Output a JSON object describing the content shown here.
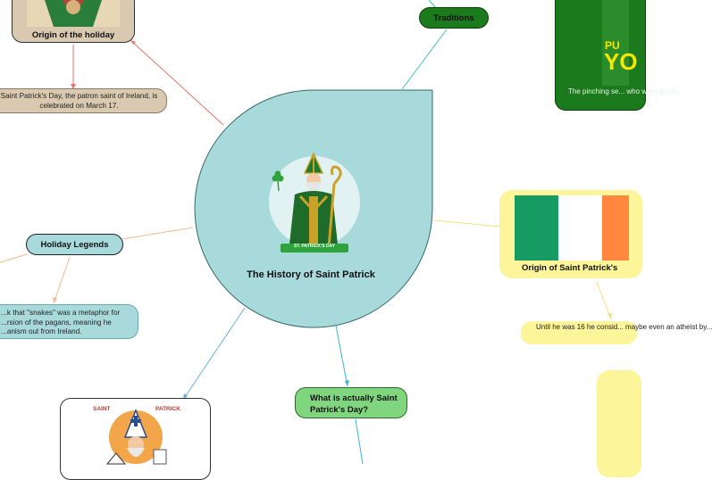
{
  "center": {
    "title": "The History of Saint Patrick",
    "image_badge": "ST. PATRICK'S DAY"
  },
  "nodes": {
    "origin_holiday": {
      "label": "Origin of the holiday",
      "note": "Saint Patrick's Day, the patron saint of Ireland, is celebrated on March 17."
    },
    "traditions": {
      "label": "Traditions",
      "note": "The pinching se... who were green...",
      "poster_text_1": "PU",
      "poster_text_2": "YO"
    },
    "holiday_legends": {
      "label": "Holiday Legends",
      "note": "...k that \"snakes\" was a metaphor for ...rsion of the pagans, meaning he ...anism out from Ireland."
    },
    "origin_saint": {
      "label": "Origin of Saint Patrick's",
      "note": "Until he was 16 he consid... maybe even an atheist by..."
    },
    "what_is": {
      "label": "What is actually Saint Patrick's Day?"
    },
    "saint_card": {
      "left_word": "SAINT",
      "right_word": "PATRICK"
    }
  },
  "colors": {
    "center_fill": "#a8dadc",
    "origin_fill": "#d9c9b0",
    "traditions_fill": "#1b7a1b",
    "legends_fill": "#a8dadc",
    "origin_saint_fill": "#fdf59a",
    "what_is_fill": "#7fd67f",
    "flag_green": "#169b62",
    "flag_white": "#ffffff",
    "flag_orange": "#ff883e"
  }
}
